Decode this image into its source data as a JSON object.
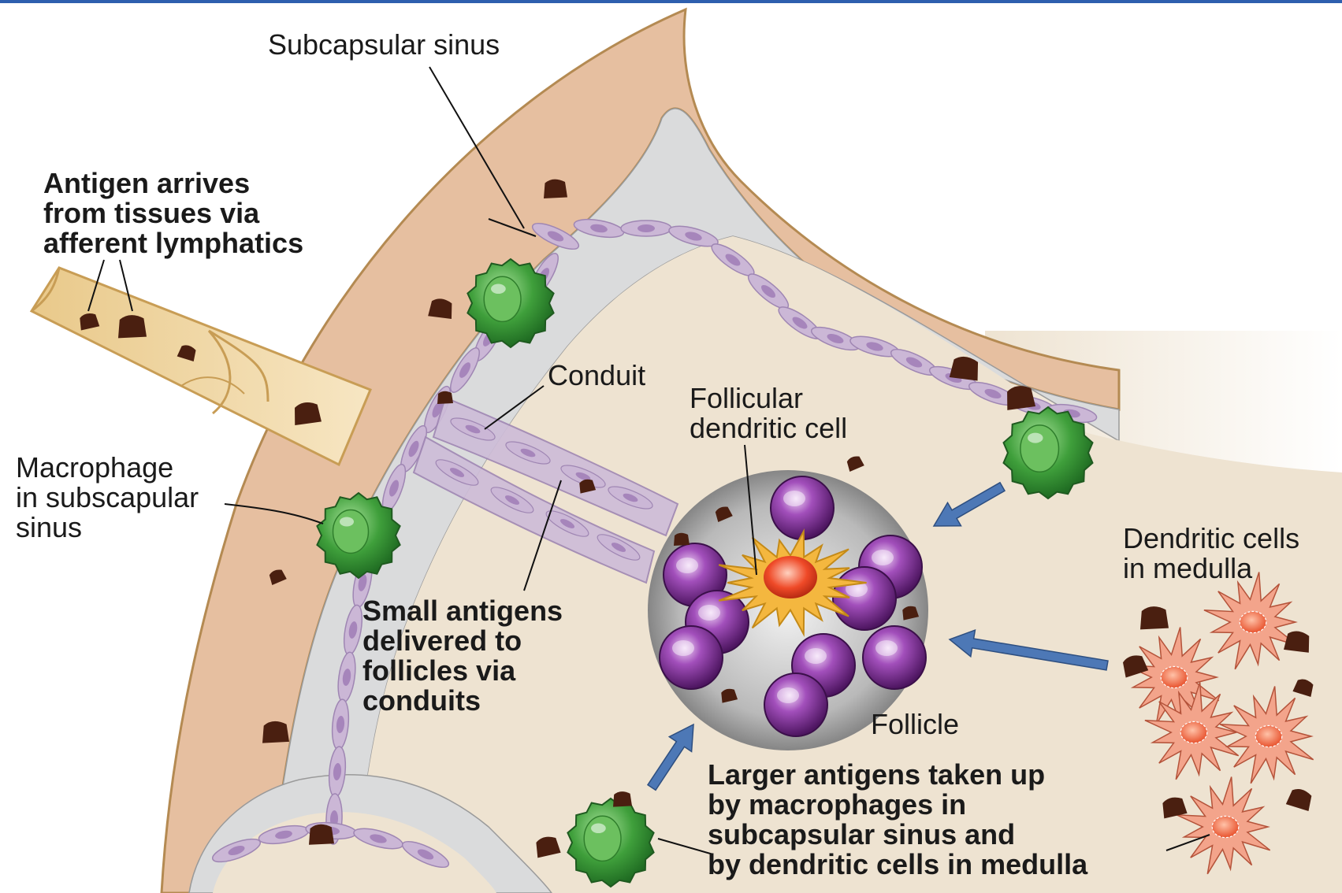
{
  "colors": {
    "top_rule": "#2e5fae",
    "capsule": "#e6bfa0",
    "capsule_edge": "#b48a52",
    "sinus": "#dadbdc",
    "cortex": "#eee3d1",
    "lining_cell": "#cbb7d6",
    "lining_nucleus": "#a685bb",
    "lymphatic": "#f0d7a6",
    "lymphatic_edge": "#c89d55",
    "macrophage": "#3f9f3b",
    "antigen": "#4a1f10",
    "b_cell": "#7a2d92",
    "fdc": "#f4b73f",
    "fdc_nucleus": "#ef4a28",
    "dendritic_cell": "#f3a48b",
    "dendritic_nucleus": "#e8532e",
    "arrow": "#4d78b6",
    "leader_line": "#111111"
  },
  "labels": {
    "subcapsular_sinus": "Subcapsular sinus",
    "antigen_arrives": "Antigen arrives\nfrom tissues via\nafferent lymphatics",
    "macrophage_sinus": "Macrophage\nin subscapular\nsinus",
    "conduit": "Conduit",
    "follicular_dc": "Follicular\ndendritic cell",
    "dendritic_medulla": "Dendritic cells\nin medulla",
    "small_antigens": "Small antigens\ndelivered to\nfollicles via\nconduits",
    "follicle": "Follicle",
    "larger_antigens": "Larger antigens taken up\nby macrophages in\nsubcapsular sinus and\nby dendritic cells in medulla"
  },
  "icons": {
    "macrophage": "macrophage-cell-icon",
    "b_cell": "b-lymphocyte-icon",
    "dendritic_cell": "dendritic-cell-icon",
    "antigen": "antigen-particle-icon",
    "arrow": "flow-arrow-icon"
  }
}
